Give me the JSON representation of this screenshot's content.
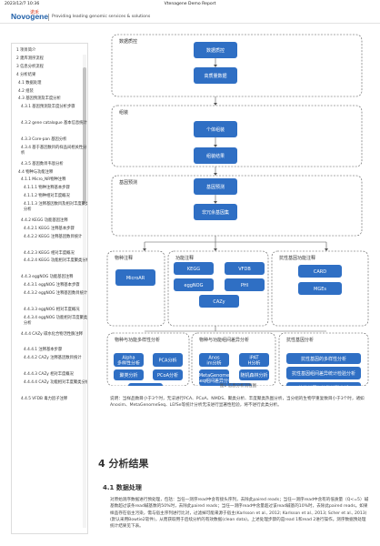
{
  "browser": {
    "datetime": "2023/12/7 10:36",
    "tab_title": "Vtenagene Demo Report"
  },
  "header": {
    "logo_text": "Novogene",
    "logo_mark": "诺禾",
    "tagline": "Providing leading genomic services & solutions"
  },
  "toc": [
    "1 项目简介",
    "2 建库测序流程",
    "3 信息分析流程",
    "4 分析结果",
    "4.1 数据处理",
    "4.2 组装",
    "4.3 基因预测及丰度分析",
    "4.3.1 基因预测及丰度分析步骤",
    "4.3.2 gene catalogue 基本信息统计",
    "4.3.3 Core-pan 基因分析",
    "4.3.4 基于基因数目的样品间相关性分析",
    "4.3.5 基因数目韦恩分析",
    "4.4 物种与功能注释",
    "4.1.1 Micro_NR物种注释",
    "4.1.1.1 物种注释基本步骤",
    "4.1.1.2 物种相对丰度概况",
    "4.1.1.3 注释基因数目及相对丰度聚类分析",
    "4.4.2 KEGG 功能基因注释",
    "4.4.2.1 KEGG 注释基本步骤",
    "4.4.2.2 KEGG 注释基因数目统计",
    "4.4.2.3 KEGG 相对丰度概况",
    "4.4.2.4 KEGG 功能相对丰度聚类分析",
    "4.4.3 eggNOG 功能基因注释",
    "4.4.3.1 eggNOG 注释基本步骤",
    "4.4.3.2 eggNOG 注释基因数目统计",
    "4.4.3.3 eggNOG 相对丰度概况",
    "4.4.3.4 eggNOG 功能相对丰度聚类分析",
    "4.4.4 CAZy 碳水化合物活性酶注释",
    "4.4.4.1 注释基本步骤",
    "4.4.4.2 CAZy 注释基因数目统计",
    "4.4.4.3 CAZy 相对丰度概况",
    "4.4.4.4 CAZy 功能相对丰度聚类分析",
    "4.4.5 VFDB 毒力因子注释"
  ],
  "diagram": {
    "boxes": {
      "qc": "数据质控",
      "qc_main": "数据质控",
      "hq": "高质量数据",
      "asm": "组装",
      "asm1": "个体组装",
      "asm2": "组装结果",
      "pred": "基因预测",
      "pred1": "基因预测",
      "pred2": "非冗余基因集",
      "sp": "物种注释",
      "microar": "MicroAR",
      "fn": "功能注释",
      "kegg": "KEGG",
      "vfdb": "VFDB",
      "eggnog": "eggNOG",
      "phi": "PHI",
      "cazy": "CAZy",
      "arg": "抗性基因功能注释",
      "card": "CARD",
      "mges": "MGEs",
      "div1": "物种与功能多样性分析",
      "alpha": "Alpha多样性分析",
      "pca1": "PCA分析",
      "clu1": "聚类分析",
      "pcoa": "PCoA分析",
      "nmds": "NMDS分析",
      "div2": "物种与功能组间差异分析",
      "anosim": "Anosim分析",
      "ipath": "iPATH分析",
      "meta": "MetaGenome Seq组间差异分析",
      "rf": "随机森林分析",
      "lefse": "LEfSe分析",
      "div3": "抗性基因分析",
      "arg1": "抗性基因的多样性分析",
      "arg2": "抗性基因组间差异统计检验分析",
      "arg3": "抗性基因与物种关联分析"
    },
    "caption": "图1 信息分析流程图"
  },
  "note_para": "说明：当样品数目小于3个时，无法进行PCA、PCoA、NMDS、聚类分析、丰度聚类热图分析，当分组的生物学重复数目小于3个时，诸如Anosim、MetaGenomeSeq、LEfSe等统计分析无法进行显著性检验，将不进行此类分析。",
  "section_title": "4 分析结果",
  "subsection_title": "4.1 数据处理",
  "body_para": "对原始测序数据进行预处理，包括：当任一测序read中含有接头序列，去除此paired reads；当任一测序read中含有的低质量（Q<=5）碱基数超过该条read碱基数的50%时，去除此paired reads；当任一测序read中含量超过该read碱基的10%时，去除此paired reads。如果样品存在宿主污染，需与宿主序列进行比对，过滤掉可能来源于宿主(Karlsson et al., 2012; Karlsson et al., 2013; Scher et al., 2013)(默认采用Bowtie2软件)，从而获取用于后续分析的有效数据(clean data)。上述处理步骤的是read 1和read 2进行操作。测序数据预处理统计结果见下表。"
}
